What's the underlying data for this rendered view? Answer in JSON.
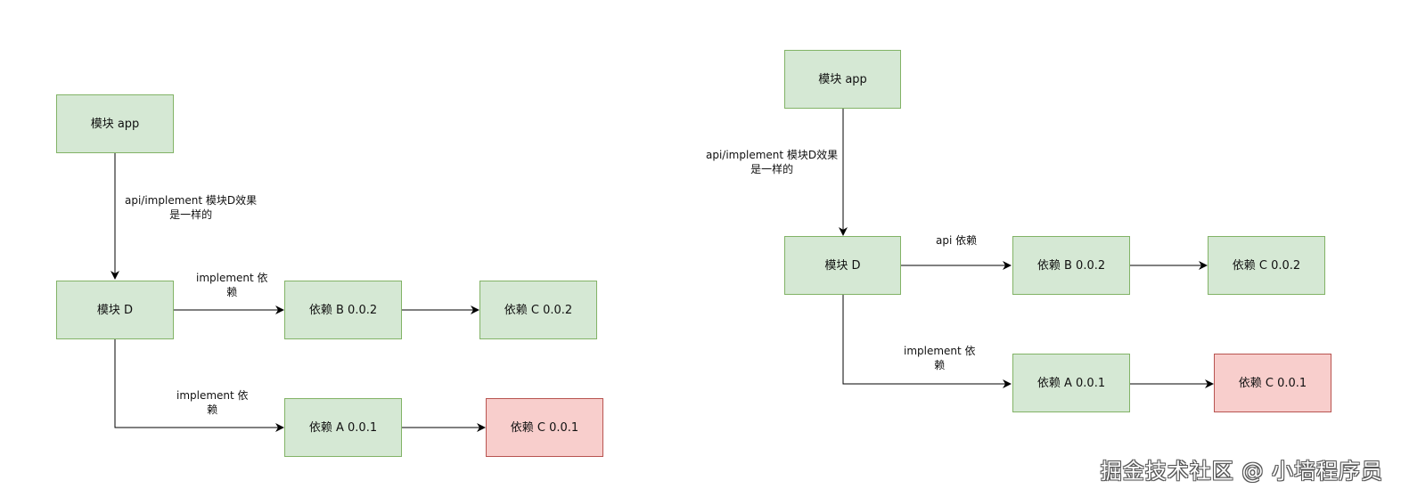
{
  "left": {
    "boxes": {
      "app": "模块 app",
      "d": "模块 D",
      "b": "依赖 B 0.0.2",
      "c_top": "依赖 C 0.0.2",
      "a": "依赖 A 0.0.1",
      "c_bottom": "依赖 C 0.0.1"
    },
    "labels": {
      "app_to_d": [
        "api/implement 模块D效果",
        "是一样的"
      ],
      "d_to_b": [
        "implement 依",
        "赖"
      ],
      "d_to_a": [
        "implement 依",
        "赖"
      ]
    }
  },
  "right": {
    "boxes": {
      "app": "模块 app",
      "d": "模块 D",
      "b": "依赖 B 0.0.2",
      "c_top": "依赖 C 0.0.2",
      "a": "依赖 A 0.0.1",
      "c_bottom": "依赖 C 0.0.1"
    },
    "labels": {
      "app_to_d": [
        "api/implement 模块D效果",
        "是一样的"
      ],
      "d_to_b": [
        "api 依赖"
      ],
      "d_to_a": [
        "implement 依",
        "赖"
      ]
    }
  },
  "watermark": "掘金技术社区 @ 小墙程序员",
  "colors": {
    "green_fill": "#d5e8d4",
    "green_stroke": "#82b366",
    "red_fill": "#f8cecc",
    "red_stroke": "#b85450",
    "edge": "#000000"
  }
}
